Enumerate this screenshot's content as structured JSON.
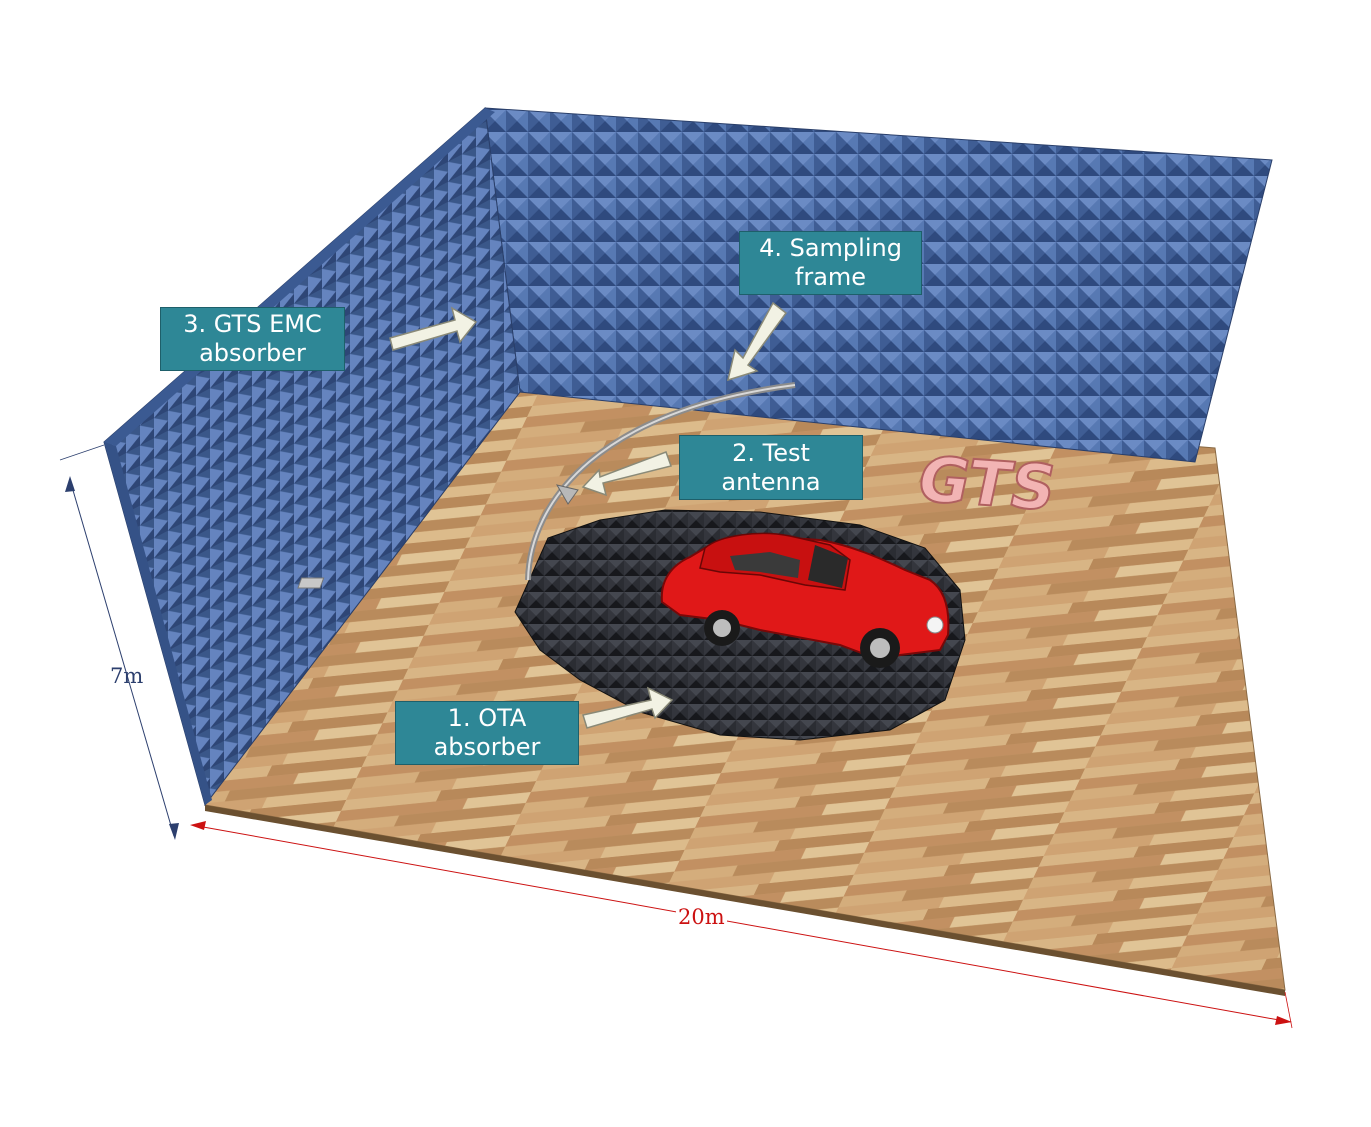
{
  "labels": {
    "ota_absorber": [
      "1. OTA",
      "absorber"
    ],
    "test_antenna": [
      "2. Test",
      "antenna"
    ],
    "gts_emc_absorber": [
      "3. GTS EMC",
      "absorber"
    ],
    "sampling_frame": [
      "4. Sampling",
      "frame"
    ]
  },
  "dimensions": {
    "height": "7m",
    "width": "20m"
  },
  "floor_logo": "GTS",
  "colors": {
    "absorber_wall": "#4a6aa6",
    "label_box": "#2e8796",
    "floor_wood": "#c9a070",
    "ota_absorber": "#2a2c33",
    "car": "#e01818",
    "logo": "#f0a8a8",
    "width_dimension": "#cc1111",
    "height_dimension": "#2c3f6e"
  }
}
